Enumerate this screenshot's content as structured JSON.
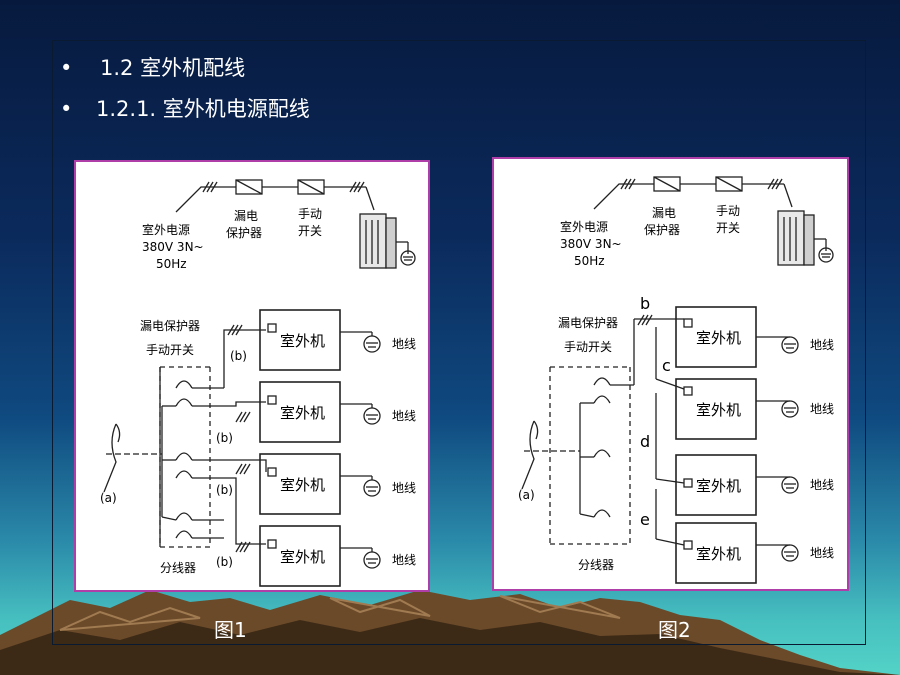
{
  "bullets": [
    {
      "marker": "•",
      "text": "1.2 室外机配线"
    },
    {
      "marker": "•",
      "text": "1.2.1. 室外机电源配线"
    }
  ],
  "colors": {
    "panel_border": "#b03ea8",
    "text": "#ffffff"
  },
  "figure1": {
    "caption": "图1",
    "top_labels": {
      "power": [
        "室外电源",
        "380V  3N~",
        "50Hz"
      ],
      "leakage": [
        "漏电",
        "保护器"
      ],
      "manual": [
        "手动",
        "开关"
      ]
    },
    "breaker_label": [
      "漏电保护器",
      "手动开关"
    ],
    "units": [
      {
        "label": "室外机",
        "ground": "地线",
        "tag": "(b)"
      },
      {
        "label": "室外机",
        "ground": "地线",
        "tag": "(b)"
      },
      {
        "label": "室外机",
        "ground": "地线",
        "tag": "(b)"
      },
      {
        "label": "室外机",
        "ground": "地线",
        "tag": "(b)"
      }
    ],
    "input_tag": "(a)",
    "splitter": "分线器"
  },
  "figure2": {
    "caption": "图2",
    "top_labels": {
      "power": [
        "室外电源",
        "380V  3N~",
        "50Hz"
      ],
      "leakage": [
        "漏电",
        "保护器"
      ],
      "manual": [
        "手动",
        "开关"
      ]
    },
    "breaker_label": [
      "漏电保护器",
      "手动开关"
    ],
    "units": [
      {
        "label": "室外机",
        "ground": "地线"
      },
      {
        "label": "室外机",
        "ground": "地线"
      },
      {
        "label": "室外机",
        "ground": "地线"
      },
      {
        "label": "室外机",
        "ground": "地线"
      }
    ],
    "wire_tags": [
      "b",
      "c",
      "d",
      "e"
    ],
    "input_tag": "(a)",
    "splitter": "分线器"
  }
}
